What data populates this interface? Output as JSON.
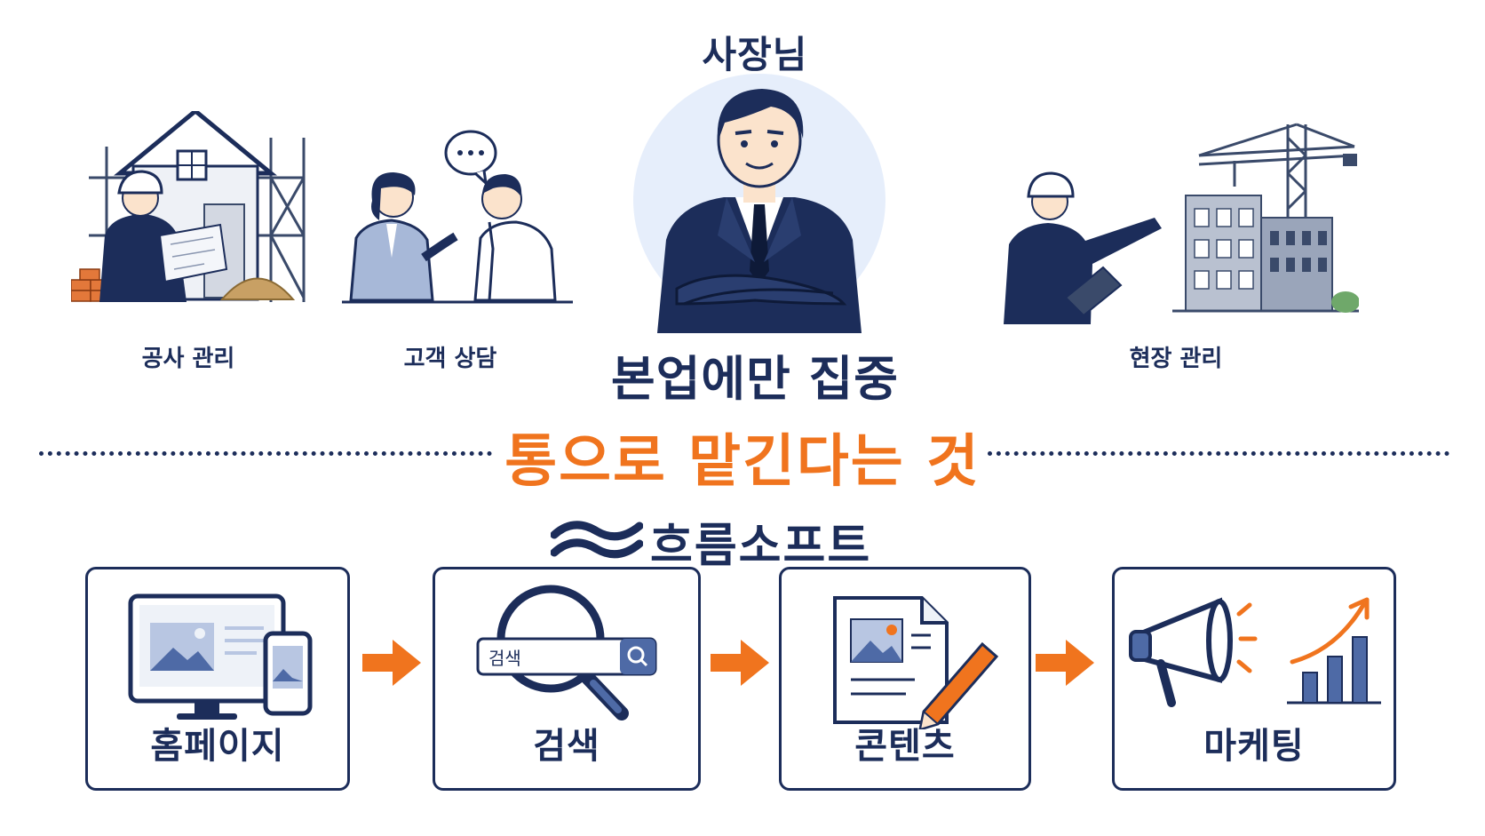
{
  "boss": {
    "title": "사장님",
    "focus": "본업에만 집중"
  },
  "scenes": [
    {
      "id": "construction",
      "label": "공사 관리",
      "icon": "construction-house-icon"
    },
    {
      "id": "consult",
      "label": "고객 상담",
      "icon": "customer-consultation-icon"
    },
    {
      "id": "site",
      "label": "현장 관리",
      "icon": "construction-site-icon"
    }
  ],
  "tagline": "통으로 맡긴다는 것",
  "brand": {
    "name": "흐름소프트",
    "logo": "wave-logo-icon"
  },
  "services": [
    {
      "label": "홈페이지",
      "icon": "website-devices-icon"
    },
    {
      "label": "검색",
      "icon": "search-icon",
      "search_box_text": "검색"
    },
    {
      "label": "콘텐츠",
      "icon": "document-pencil-icon"
    },
    {
      "label": "마케팅",
      "icon": "megaphone-chart-icon"
    }
  ],
  "colors": {
    "navy": "#1c2d5a",
    "orange": "#f0741e",
    "light_blue": "#e6eefb"
  }
}
